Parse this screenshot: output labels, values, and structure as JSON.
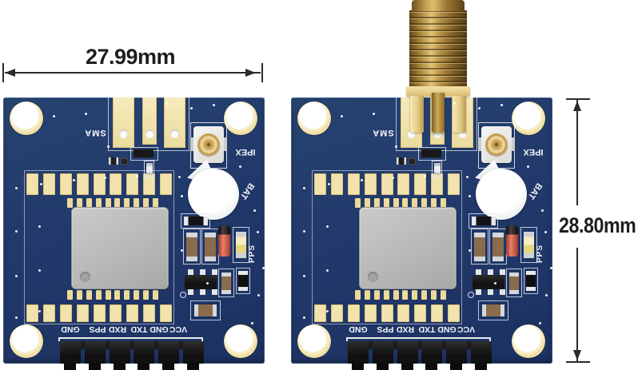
{
  "dimension_annotations": {
    "width_label": "27.99mm",
    "height_label": "28.80mm"
  },
  "board_silkscreen": {
    "sma_label": "SMA",
    "ipex_label": "IPEX",
    "battery_label": "BAT",
    "pps_label": "PPS",
    "pin_labels": [
      "GND",
      "PPS",
      "RXD",
      "TXD",
      "GND",
      "VCC"
    ]
  },
  "colors": {
    "pcb_blue": "#21396b",
    "pad_gold": "#f2e3ac",
    "antenna_gold": "#c8a254",
    "silkscreen_white": "#ffffff",
    "dimension_black": "#2a2a2a",
    "shield_gray": "#b8b8b6",
    "red_component": "#e4593f"
  }
}
